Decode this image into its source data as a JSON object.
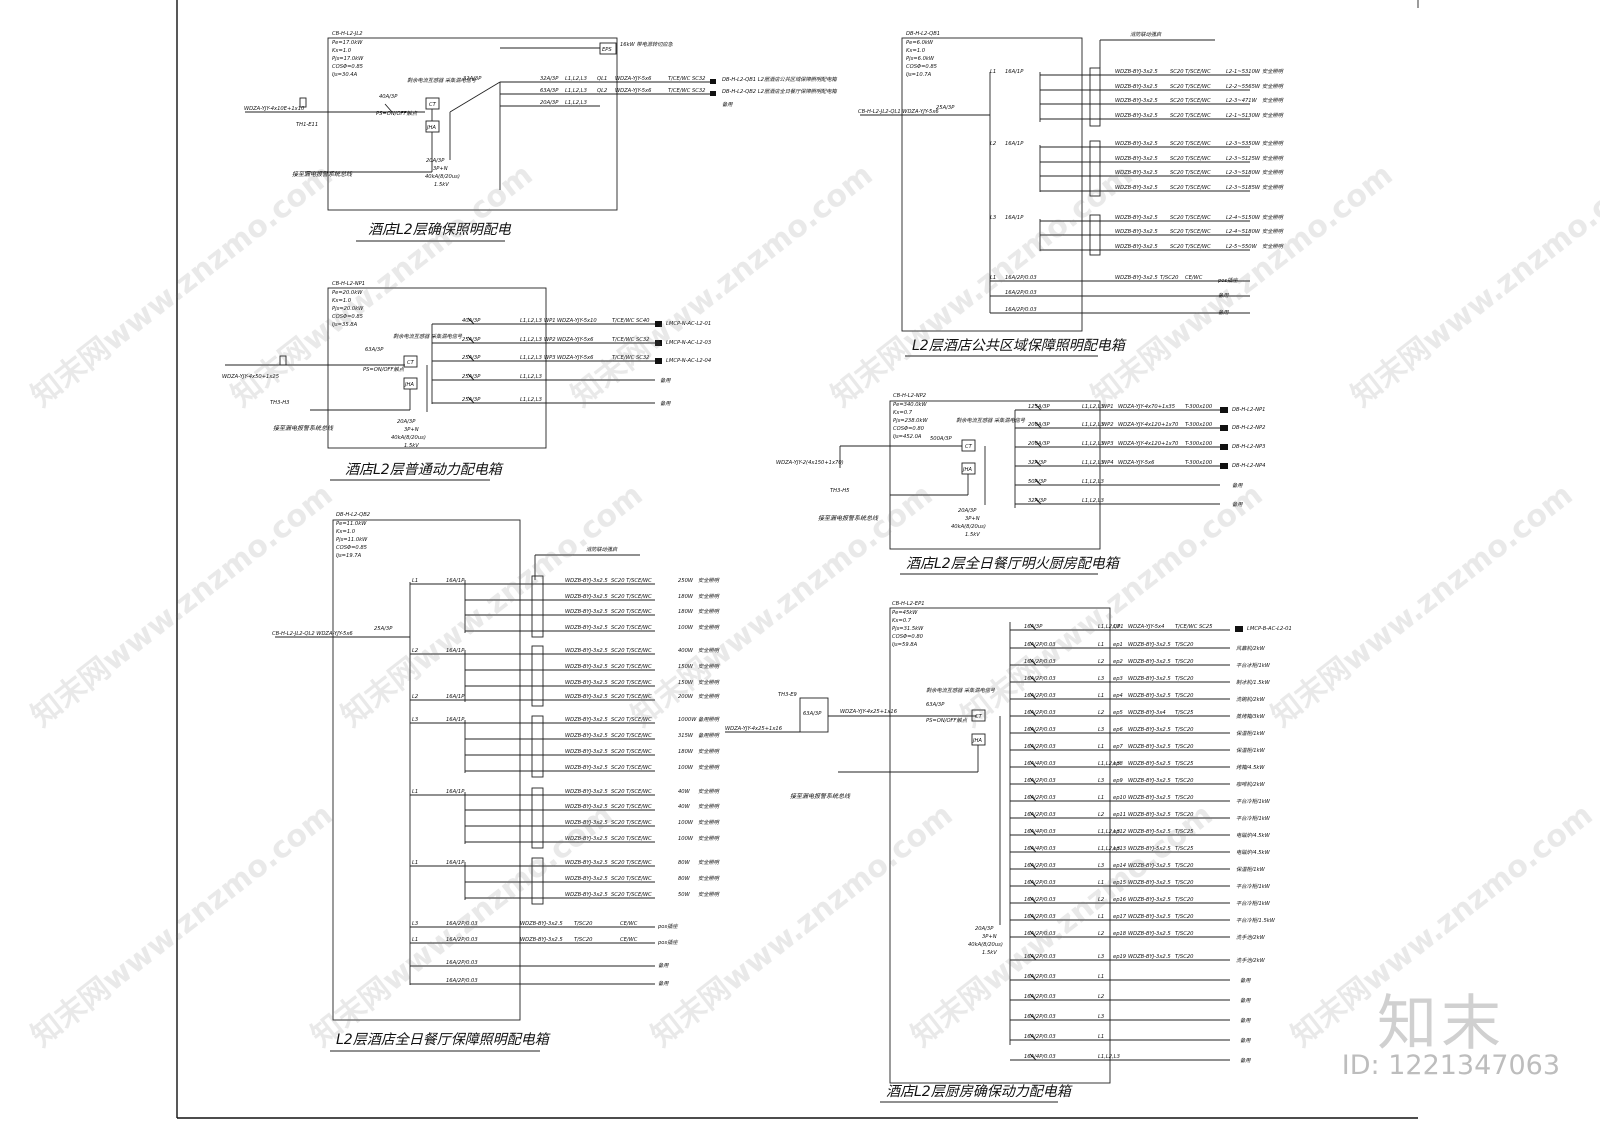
{
  "watermarks": [
    "知末网www.znzmo.com"
  ],
  "brand": {
    "logo": "知末",
    "id": "ID: 1221347063"
  },
  "footnote": "接至漏电报警系统总线",
  "panels": [
    {
      "key": "p1",
      "title": "酒店L2层确保照明配电",
      "code": "CB-H-L2-JL2",
      "params": [
        "Pe=17.0kW",
        "Kx=1.0",
        "Pjs=17.0kW",
        "COSΦ=0.85",
        "Ijs=30.4A"
      ],
      "feeder": "WDZA-YJY-4x10E+1x10",
      "feeder_tag": "TH1-E11",
      "main_breaker": "40A/3P",
      "main_note": "PS=ON/OFF触点",
      "rcm": "剩余电流互感器 采集漏电信号",
      "spd": [
        "20A/3P",
        "3P+N",
        "40kA(8/20us)",
        "1.5kV"
      ],
      "eps": "EPS",
      "eps_note": "16kW 带电源转切应急",
      "rows": [
        {
          "brk": "32A/3P",
          "ph": "L1,L2,L3",
          "ckt": "QL1",
          "cable": "WDZA-YJY-5x6",
          "lay": "T/CE/WC SC32",
          "dest": "DB-H-L2-QB1 L2层酒店公共区域保障照明配电箱"
        },
        {
          "brk": "63A/3P",
          "ph": "L1,L2,L3",
          "ckt": "QL2",
          "cable": "WDZA-YJY-5x6",
          "lay": "T/CE/WC SC32",
          "dest": "DB-H-L2-QB2 L2层酒店全日餐厅保障照明配电箱"
        },
        {
          "brk": "20A/3P",
          "ph": "L1,L2,L3",
          "ckt": "",
          "cable": "",
          "lay": "",
          "dest": "备用"
        }
      ]
    },
    {
      "key": "p2",
      "title": "L2层酒店公共区域保障照明配电箱",
      "code": "DB-H-L2-QB1",
      "params": [
        "Pe=6.0kW",
        "Kx=1.0",
        "Pjs=6.0kW",
        "COSΦ=0.85",
        "Ijs=10.7A"
      ],
      "feeder": "CB-H-L2-JL2-QL1 WDZA-YJY-5x6",
      "main_breaker": "25A/3P",
      "header_note": "消防联动强启",
      "rows": [
        {
          "brk": "16A/1P",
          "ph": "L1",
          "cable": "WDZB-BYJ-3x2.5",
          "lay": "SC20 T/SCE/WC",
          "cnt": "L2-1~5",
          "w": "310W",
          "use": "安全照明"
        },
        {
          "brk": "",
          "ph": "",
          "cable": "WDZB-BYJ-3x2.5",
          "lay": "SC20 T/SCE/WC",
          "cnt": "L2-2~5",
          "w": "565W",
          "use": "安全照明"
        },
        {
          "brk": "",
          "ph": "",
          "cable": "WDZB-BYJ-3x2.5",
          "lay": "SC20 T/SCE/WC",
          "cnt": "L2-3~4",
          "w": "71W",
          "use": "安全照明"
        },
        {
          "brk": "",
          "ph": "",
          "cable": "WDZB-BYJ-3x2.5",
          "lay": "SC20 T/SCE/WC",
          "cnt": "L2-1~5",
          "w": "130W",
          "use": "安全照明"
        },
        {
          "brk": "16A/1P",
          "ph": "L2",
          "cable": "WDZB-BYJ-3x2.5",
          "lay": "SC20 T/SCE/WC",
          "cnt": "L2-3~5",
          "w": "350W",
          "use": "安全照明"
        },
        {
          "brk": "",
          "ph": "",
          "cable": "WDZB-BYJ-3x2.5",
          "lay": "SC20 T/SCE/WC",
          "cnt": "L2-3~5",
          "w": "125W",
          "use": "安全照明"
        },
        {
          "brk": "",
          "ph": "",
          "cable": "WDZB-BYJ-3x2.5",
          "lay": "SC20 T/SCE/WC",
          "cnt": "L2-3~5",
          "w": "180W",
          "use": "安全照明"
        },
        {
          "brk": "",
          "ph": "",
          "cable": "WDZB-BYJ-3x2.5",
          "lay": "SC20 T/SCE/WC",
          "cnt": "L2-3~5",
          "w": "185W",
          "use": "安全照明"
        },
        {
          "brk": "16A/1P",
          "ph": "L3",
          "cable": "WDZB-BYJ-3x2.5",
          "lay": "SC20 T/SCE/WC",
          "cnt": "L2-4~5",
          "w": "150W",
          "use": "安全照明"
        },
        {
          "brk": "",
          "ph": "",
          "cable": "WDZB-BYJ-3x2.5",
          "lay": "SC20 T/SCE/WC",
          "cnt": "L2-4~5",
          "w": "180W",
          "use": "安全照明"
        },
        {
          "brk": "",
          "ph": "",
          "cable": "WDZB-BYJ-3x2.5",
          "lay": "SC20 T/SCE/WC",
          "cnt": "L2-5~5",
          "w": "50W",
          "use": "安全照明"
        },
        {
          "brk": "16A/2P/0.03",
          "ph": "L1",
          "cable": "WDZB-BYJ-3x2.5",
          "lay": "T/SC20",
          "cnt": "CE/WC",
          "w": "",
          "use": "pos插座"
        },
        {
          "brk": "16A/2P/0.03",
          "ph": "",
          "cable": "",
          "lay": "",
          "cnt": "",
          "w": "",
          "use": "备用"
        },
        {
          "brk": "16A/2P/0.03",
          "ph": "",
          "cable": "",
          "lay": "",
          "cnt": "",
          "w": "",
          "use": "备用"
        }
      ]
    },
    {
      "key": "p3",
      "title": "酒店L2层普通动力配电箱",
      "code": "CB-H-L2-NP1",
      "params": [
        "Pe=20.0kW",
        "Kx=1.0",
        "Pjs=20.0kW",
        "COSΦ=0.85",
        "Ijs=35.8A"
      ],
      "feeder": "WDZA-YJY-4x50+1x25",
      "feeder_tag": "TH3-H3",
      "main_breaker": "63A/3P",
      "main_note": "PS=ON/OFF触点",
      "rcm": "剩余电流互感器 采集漏电信号",
      "spd": [
        "20A/3P",
        "3P+N",
        "40kA(8/20us)",
        "1.5kV"
      ],
      "rows": [
        {
          "brk": "40A/3P",
          "ph": "L1,L2,L3",
          "ckt": "WP1",
          "cable": "WDZA-YJY-5x10",
          "lay": "T/CE/WC SC40",
          "dest": "LMCP-N-AC-L2-01"
        },
        {
          "brk": "25A/3P",
          "ph": "L1,L2,L3",
          "ckt": "WP2",
          "cable": "WDZA-YJY-5x6",
          "lay": "T/CE/WC SC32",
          "dest": "LMCP-N-AC-L2-03"
        },
        {
          "brk": "25A/3P",
          "ph": "L1,L2,L3",
          "ckt": "WP3",
          "cable": "WDZA-YJY-5x6",
          "lay": "T/CE/WC SC32",
          "dest": "LMCP-N-AC-L2-04"
        },
        {
          "brk": "25A/3P",
          "ph": "L1,L2,L3",
          "ckt": "",
          "cable": "",
          "lay": "",
          "dest": "备用"
        },
        {
          "brk": "25A/3P",
          "ph": "L1,L2,L3",
          "ckt": "",
          "cable": "",
          "lay": "",
          "dest": "备用"
        }
      ]
    },
    {
      "key": "p4",
      "title": "酒店L2层全日餐厅明火厨房配电箱",
      "code": "CB-H-L2-NP2",
      "params": [
        "Pe=340.0kW",
        "Kx=0.7",
        "Pjs=238.0kW",
        "COSΦ=0.80",
        "Ijs=452.0A"
      ],
      "feeder": "WDZA-YJY-2(4x150+1x70)",
      "feeder_tag": "TH3-H5",
      "main_breaker": "500A/3P",
      "rcm": "剩余电流互感器 采集漏电信号",
      "spd": [
        "20A/3P",
        "3P+N",
        "40kA(8/20us)",
        "1.5kV"
      ],
      "rows": [
        {
          "brk": "125A/3P",
          "ph": "L1,L2,L3",
          "ckt": "WP1",
          "cable": "WDZA-YJY-4x70+1x35",
          "lay": "T-300x100",
          "dest": "DB-H-L2-NP1"
        },
        {
          "brk": "200A/3P",
          "ph": "L1,L2,L3",
          "ckt": "WP2",
          "cable": "WDZA-YJY-4x120+1x70",
          "lay": "T-300x100",
          "dest": "DB-H-L2-NP2"
        },
        {
          "brk": "200A/3P",
          "ph": "L1,L2,L3",
          "ckt": "WP3",
          "cable": "WDZA-YJY-4x120+1x70",
          "lay": "T-300x100",
          "dest": "DB-H-L2-NP3"
        },
        {
          "brk": "32A/3P",
          "ph": "L1,L2,L3",
          "ckt": "WP4",
          "cable": "WDZA-YJY-5x6",
          "lay": "T-300x100",
          "dest": "DB-H-L2-NP4"
        },
        {
          "brk": "50A/3P",
          "ph": "L1,L2,L3",
          "ckt": "",
          "cable": "",
          "lay": "",
          "dest": "备用"
        },
        {
          "brk": "32A/3P",
          "ph": "L1,L2,L3",
          "ckt": "",
          "cable": "",
          "lay": "",
          "dest": "备用"
        }
      ]
    },
    {
      "key": "p5",
      "title": "L2层酒店全日餐厅保障照明配电箱",
      "code": "DB-H-L2-QB2",
      "params": [
        "Pe=11.0kW",
        "Kx=1.0",
        "Pjs=11.0kW",
        "COSΦ=0.85",
        "Ijs=19.7A"
      ],
      "feeder": "CB-H-L2-JL2-QL2 WDZA-YJY-5x6",
      "main_breaker": "25A/3P",
      "header_note": "消防联动强启",
      "rows": [
        {
          "brk": "16A/1P",
          "ph": "L1",
          "cable": "WDZB-BYJ-3x2.5",
          "lay": "SC20 T/SCE/WC",
          "w": "250W",
          "use": "安全照明"
        },
        {
          "brk": "",
          "ph": "",
          "cable": "WDZB-BYJ-3x2.5",
          "lay": "SC20 T/SCE/WC",
          "w": "180W",
          "use": "安全照明"
        },
        {
          "brk": "",
          "ph": "",
          "cable": "WDZB-BYJ-3x2.5",
          "lay": "SC20 T/SCE/WC",
          "w": "180W",
          "use": "安全照明"
        },
        {
          "brk": "",
          "ph": "",
          "cable": "WDZB-BYJ-3x2.5",
          "lay": "SC20 T/SCE/WC",
          "w": "100W",
          "use": "安全照明"
        },
        {
          "brk": "16A/1P",
          "ph": "L2",
          "cable": "WDZB-BYJ-3x2.5",
          "lay": "SC20 T/SCE/WC",
          "w": "400W",
          "use": "安全照明"
        },
        {
          "brk": "",
          "ph": "",
          "cable": "WDZB-BYJ-3x2.5",
          "lay": "SC20 T/SCE/WC",
          "w": "150W",
          "use": "安全照明"
        },
        {
          "brk": "",
          "ph": "",
          "cable": "WDZB-BYJ-3x2.5",
          "lay": "SC20 T/SCE/WC",
          "w": "150W",
          "use": "安全照明"
        },
        {
          "brk": "16A/1P",
          "ph": "L2",
          "cable": "WDZB-BYJ-3x2.5",
          "lay": "SC20 T/SCE/WC",
          "w": "200W",
          "use": "安全照明"
        },
        {
          "brk": "16A/1P",
          "ph": "L3",
          "cable": "WDZB-BYJ-3x2.5",
          "lay": "SC20 T/SCE/WC",
          "w": "1000W",
          "use": "备用照明"
        },
        {
          "brk": "",
          "ph": "",
          "cable": "WDZB-BYJ-3x2.5",
          "lay": "SC20 T/SCE/WC",
          "w": "315W",
          "use": "备用照明"
        },
        {
          "brk": "",
          "ph": "",
          "cable": "WDZB-BYJ-3x2.5",
          "lay": "SC20 T/SCE/WC",
          "w": "180W",
          "use": "安全照明"
        },
        {
          "brk": "",
          "ph": "",
          "cable": "WDZB-BYJ-3x2.5",
          "lay": "SC20 T/SCE/WC",
          "w": "100W",
          "use": "安全照明"
        },
        {
          "brk": "16A/1P",
          "ph": "L1",
          "cable": "WDZB-BYJ-3x2.5",
          "lay": "SC20 T/SCE/WC",
          "w": "40W",
          "use": "安全照明"
        },
        {
          "brk": "",
          "ph": "",
          "cable": "WDZB-BYJ-3x2.5",
          "lay": "SC20 T/SCE/WC",
          "w": "40W",
          "use": "安全照明"
        },
        {
          "brk": "",
          "ph": "",
          "cable": "WDZB-BYJ-3x2.5",
          "lay": "SC20 T/SCE/WC",
          "w": "100W",
          "use": "安全照明"
        },
        {
          "brk": "",
          "ph": "",
          "cable": "WDZB-BYJ-3x2.5",
          "lay": "SC20 T/SCE/WC",
          "w": "100W",
          "use": "安全照明"
        },
        {
          "brk": "16A/1P",
          "ph": "L1",
          "cable": "WDZB-BYJ-3x2.5",
          "lay": "SC20 T/SCE/WC",
          "w": "80W",
          "use": "安全照明"
        },
        {
          "brk": "",
          "ph": "",
          "cable": "WDZB-BYJ-3x2.5",
          "lay": "SC20 T/SCE/WC",
          "w": "80W",
          "use": "安全照明"
        },
        {
          "brk": "",
          "ph": "",
          "cable": "WDZB-BYJ-3x2.5",
          "lay": "SC20 T/SCE/WC",
          "w": "50W",
          "use": "安全照明"
        },
        {
          "brk": "16A/2P/0.03",
          "ph": "L3",
          "cable": "WDZB-BYJ-3x2.5",
          "lay": "T/SC20",
          "w": "CE/WC",
          "use": "pos插座"
        },
        {
          "brk": "16A/2P/0.03",
          "ph": "L1",
          "cable": "WDZB-BYJ-3x2.5",
          "lay": "T/SC20",
          "w": "CE/WC",
          "use": "pos插座"
        },
        {
          "brk": "16A/2P/0.03",
          "ph": "",
          "cable": "",
          "lay": "",
          "w": "",
          "use": "备用"
        },
        {
          "brk": "16A/2P/0.03",
          "ph": "",
          "cable": "",
          "lay": "",
          "w": "",
          "use": "备用"
        }
      ]
    },
    {
      "key": "p6",
      "title": "酒店L2层厨房确保动力配电箱",
      "code": "CB-H-L2-EP1",
      "params": [
        "Pe=45kW",
        "Kx=0.7",
        "Pjs=31.5kW",
        "COSΦ=0.80",
        "Ijs=59.8A"
      ],
      "feeder": "WDZA-YJY-4x25+1x16",
      "feeder_tag": "TH3-E9",
      "atse": "63A/3P",
      "main_breaker": "63A/3P",
      "main_note": "PS=ON/OFF触点",
      "rcm": "剩余电流互感器 采集漏电信号",
      "spd": [
        "20A/3P",
        "3P+N",
        "40kA(8/20us)",
        "1.5kV"
      ],
      "rows": [
        {
          "brk": "16A/3P",
          "ph": "L1,L2,L3",
          "ckt": "QP1",
          "cable": "WDZA-YJY-5x4",
          "lay": "T/CE/WC SC25",
          "use": "LMCP-B-AC-L2-01"
        },
        {
          "brk": "16A/2P/0.03",
          "ph": "L1",
          "ckt": "ep1",
          "cable": "WDZB-BYJ-3x2.5",
          "lay": "T/SC20",
          "use": "风幕机/2kW"
        },
        {
          "brk": "16A/2P/0.03",
          "ph": "L2",
          "ckt": "ep2",
          "cable": "WDZB-BYJ-3x2.5",
          "lay": "T/SC20",
          "use": "平台冰柜/1kW"
        },
        {
          "brk": "16A/2P/0.03",
          "ph": "L3",
          "ckt": "ep3",
          "cable": "WDZB-BYJ-3x2.5",
          "lay": "T/SC20",
          "use": "制冰机/1.5kW"
        },
        {
          "brk": "16A/2P/0.03",
          "ph": "L1",
          "ckt": "ep4",
          "cable": "WDZB-BYJ-3x2.5",
          "lay": "T/SC20",
          "use": "洗碗机/2kW"
        },
        {
          "brk": "16A/2P/0.03",
          "ph": "L2",
          "ckt": "ep5",
          "cable": "WDZB-BYJ-3x4",
          "lay": "T/SC25",
          "use": "蒸烤箱/3kW"
        },
        {
          "brk": "16A/2P/0.03",
          "ph": "L3",
          "ckt": "ep6",
          "cable": "WDZB-BYJ-3x2.5",
          "lay": "T/SC20",
          "use": "保温柜/1kW"
        },
        {
          "brk": "16A/2P/0.03",
          "ph": "L1",
          "ckt": "ep7",
          "cable": "WDZB-BYJ-3x2.5",
          "lay": "T/SC20",
          "use": "保温柜/1kW"
        },
        {
          "brk": "16A/4P/0.03",
          "ph": "L1,L2,L3",
          "ckt": "ep8",
          "cable": "WDZB-BYJ-5x2.5",
          "lay": "T/SC25",
          "use": "烤箱/4.5kW"
        },
        {
          "brk": "16A/2P/0.03",
          "ph": "L3",
          "ckt": "ep9",
          "cable": "WDZB-BYJ-3x2.5",
          "lay": "T/SC20",
          "use": "咖啡机/2kW"
        },
        {
          "brk": "16A/2P/0.03",
          "ph": "L1",
          "ckt": "ep10",
          "cable": "WDZB-BYJ-3x2.5",
          "lay": "T/SC20",
          "use": "平台冷柜/1kW"
        },
        {
          "brk": "16A/2P/0.03",
          "ph": "L2",
          "ckt": "ep11",
          "cable": "WDZB-BYJ-3x2.5",
          "lay": "T/SC20",
          "use": "平台冷柜/1kW"
        },
        {
          "brk": "16A/4P/0.03",
          "ph": "L1,L2,L3",
          "ckt": "ep12",
          "cable": "WDZB-BYJ-5x2.5",
          "lay": "T/SC25",
          "use": "电磁炉/4.5kW"
        },
        {
          "brk": "16A/4P/0.03",
          "ph": "L1,L2,L3",
          "ckt": "ep13",
          "cable": "WDZB-BYJ-5x2.5",
          "lay": "T/SC25",
          "use": "电磁炉/4.5kW"
        },
        {
          "brk": "16A/2P/0.03",
          "ph": "L3",
          "ckt": "ep14",
          "cable": "WDZB-BYJ-3x2.5",
          "lay": "T/SC20",
          "use": "保温柜/1kW"
        },
        {
          "brk": "16A/2P/0.03",
          "ph": "L1",
          "ckt": "ep15",
          "cable": "WDZB-BYJ-3x2.5",
          "lay": "T/SC20",
          "use": "平台冷柜/1kW"
        },
        {
          "brk": "16A/2P/0.03",
          "ph": "L2",
          "ckt": "ep16",
          "cable": "WDZB-BYJ-3x2.5",
          "lay": "T/SC20",
          "use": "平台冷柜/1kW"
        },
        {
          "brk": "16A/2P/0.03",
          "ph": "L1",
          "ckt": "ep17",
          "cable": "WDZB-BYJ-3x2.5",
          "lay": "T/SC20",
          "use": "平台冷柜/1.5kW"
        },
        {
          "brk": "16A/2P/0.03",
          "ph": "L2",
          "ckt": "ep18",
          "cable": "WDZB-BYJ-3x2.5",
          "lay": "T/SC20",
          "use": "洗手池/2kW"
        },
        {
          "brk": "16A/2P/0.03",
          "ph": "L3",
          "ckt": "ep19",
          "cable": "WDZB-BYJ-3x2.5",
          "lay": "T/SC20",
          "use": "洗手池/2kW"
        },
        {
          "brk": "16A/2P/0.03",
          "ph": "L1",
          "ckt": "",
          "cable": "",
          "lay": "",
          "use": "备用"
        },
        {
          "brk": "16A/2P/0.03",
          "ph": "L2",
          "ckt": "",
          "cable": "",
          "lay": "",
          "use": "备用"
        },
        {
          "brk": "16A/2P/0.03",
          "ph": "L3",
          "ckt": "",
          "cable": "",
          "lay": "",
          "use": "备用"
        },
        {
          "brk": "16A/2P/0.03",
          "ph": "L1",
          "ckt": "",
          "cable": "",
          "lay": "",
          "use": "备用"
        },
        {
          "brk": "16A/4P/0.03",
          "ph": "L1,L2,L3",
          "ckt": "",
          "cable": "",
          "lay": "",
          "use": "备用"
        }
      ]
    }
  ]
}
